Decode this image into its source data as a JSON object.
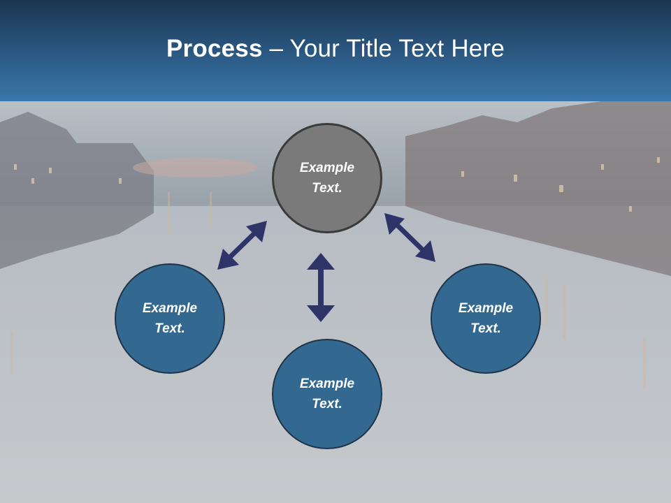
{
  "header": {
    "title_bold": "Process",
    "title_rest": " – Your Title Text Here"
  },
  "diagram": {
    "center": {
      "line1": "Example",
      "line2": "Text."
    },
    "left": {
      "line1": "Example",
      "line2": "Text."
    },
    "bottom": {
      "line1": "Example",
      "line2": "Text."
    },
    "right": {
      "line1": "Example",
      "line2": "Text."
    }
  },
  "colors": {
    "header_dark": "#1c3550",
    "header_light": "#3a77aa",
    "node_blue": "#336890",
    "node_gray": "#7a7a7a",
    "arrow": "#2e3468"
  }
}
